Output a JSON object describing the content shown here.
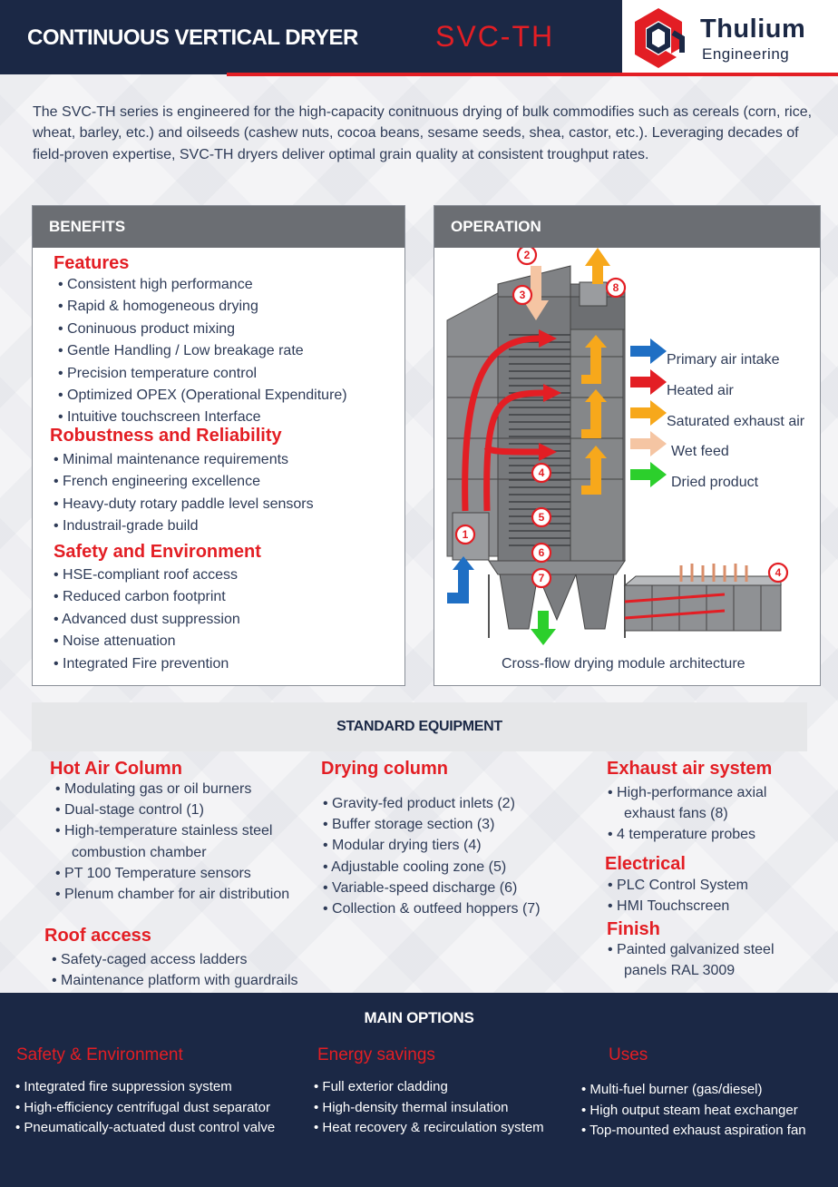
{
  "header": {
    "title": "CONTINUOUS VERTICAL DRYER",
    "model": "SVC-TH",
    "logo_name": "Thulium",
    "logo_sub": "Engineering"
  },
  "intro": "The SVC-TH series is engineered for the high-capacity conitnuous drying of bulk commodifies such as cereals (corn, rice, wheat, barley, etc.) and oilseeds (cashew nuts, cocoa beans, sesame seeds, shea, castor, etc.). Leveraging decades of field-proven expertise, SVC-TH dryers deliver optimal grain quality at consistent troughput rates.",
  "benefits": {
    "heading": "BENEFITS",
    "sections": [
      {
        "title": "Features",
        "items": [
          "Consistent high performance",
          "Rapid & homogeneous drying",
          "Coninuous product mixing",
          "Gentle Handling / Low breakage rate",
          "Precision temperature control",
          "Optimized OPEX (Operational Expenditure)",
          "Intuitive touchscreen Interface"
        ]
      },
      {
        "title": "Robustness and Reliability",
        "items": [
          "Minimal maintenance requirements",
          "French engineering excellence",
          "Heavy-duty rotary paddle level sensors",
          "Industrail-grade build"
        ]
      },
      {
        "title": "Safety and Environment",
        "items": [
          "HSE-compliant roof access",
          "Reduced carbon footprint",
          "Advanced dust suppression",
          "Noise attenuation",
          "Integrated Fire prevention"
        ]
      }
    ]
  },
  "operation": {
    "heading": "OPERATION",
    "legend": [
      "Primary air intake",
      "Heated air",
      "Saturated exhaust air",
      "Wet feed",
      "Dried product"
    ],
    "caption": "Cross-flow drying module architecture",
    "markers": [
      "1",
      "2",
      "3",
      "4",
      "5",
      "6",
      "7",
      "8",
      "4"
    ],
    "colors": {
      "primary_air": "#1f6fc4",
      "heated_air": "#e31e24",
      "exhaust_air": "#f7a81b",
      "wet_feed": "#f5c5a3",
      "dried_product": "#2ccf2c"
    }
  },
  "standard_equipment": {
    "heading": "STANDARD EQUIPMENT",
    "hot_air_column": {
      "title": "Hot Air Column",
      "items": [
        "Modulating gas or oil burners",
        "Dual-stage control (1)",
        "High-temperature stainless steel combustion chamber",
        "PT 100 Temperature sensors",
        "Plenum chamber for air distribution"
      ]
    },
    "roof_access": {
      "title": "Roof access",
      "items": [
        "Safety-caged access ladders",
        "Maintenance platform with guardrails"
      ]
    },
    "drying_column": {
      "title": "Drying column",
      "items": [
        "Gravity-fed product inlets (2)",
        "Buffer storage section (3)",
        "Modular drying tiers (4)",
        "Adjustable cooling zone (5)",
        "Variable-speed discharge (6)",
        "Collection & outfeed hoppers (7)"
      ]
    },
    "exhaust": {
      "title": "Exhaust air system",
      "items": [
        "High-performance axial exhaust fans (8)",
        "4 temperature probes"
      ]
    },
    "electrical": {
      "title": "Electrical",
      "items": [
        "PLC Control System",
        "HMI Touchscreen"
      ]
    },
    "finish": {
      "title": "Finish",
      "items": [
        "Painted galvanized steel panels   RAL 3009"
      ]
    }
  },
  "main_options": {
    "heading": "MAIN OPTIONS",
    "categories": [
      {
        "title": "Safety & Environment",
        "items": [
          "Integrated fire suppression system",
          "High-efficiency centrifugal dust separator",
          "Pneumatically-actuated dust control valve"
        ]
      },
      {
        "title": "Energy savings",
        "items": [
          "Full exterior cladding",
          "High-density thermal insulation",
          "Heat recovery & recirculation system"
        ]
      },
      {
        "title": "Uses",
        "items": [
          "Multi-fuel burner (gas/diesel)",
          "High output steam heat exchanger",
          "Top-mounted exhaust aspiration fan"
        ]
      }
    ]
  }
}
